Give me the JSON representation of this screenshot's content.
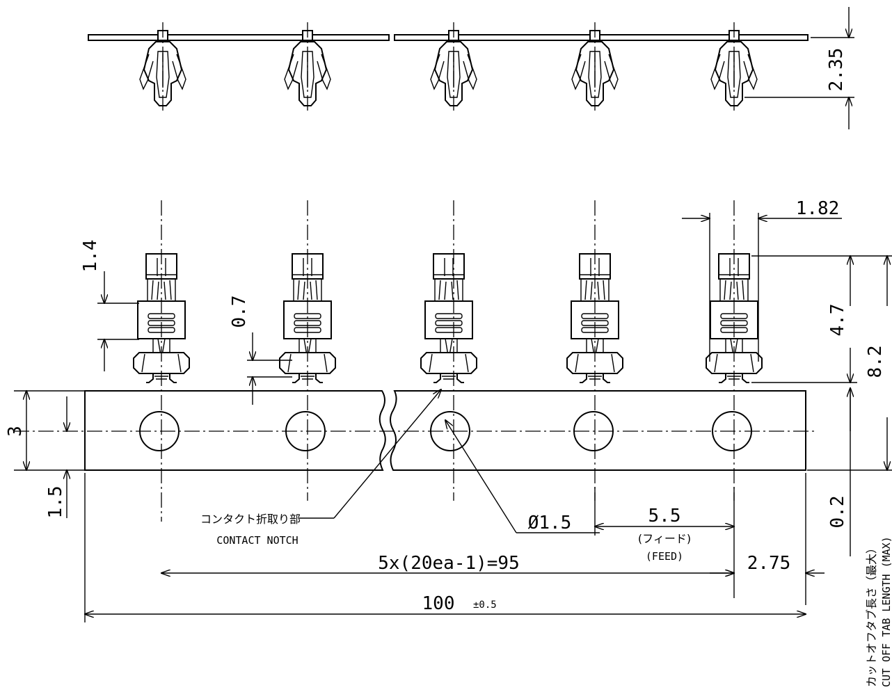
{
  "dimensions": {
    "height_top": "2.35",
    "width_crimp": "1.82",
    "contact_len": "4.7",
    "total_len": "8.2",
    "barrel": "1.4",
    "notch_gap": "0.7",
    "carrier_w": "3",
    "hole_pos": "1.5",
    "hole_dia": "Ø1.5",
    "pitch": "5.5",
    "feed_jp": "(フィード)",
    "feed_en": "(FEED)",
    "strip_len": "5x(20ea-1)=95",
    "end_len": "2.75",
    "overall": "100",
    "overall_tol": "±0.5",
    "cut_tab": "0.2"
  },
  "labels": {
    "notch_jp": "コンタクト折取り部",
    "notch_en": "CONTACT NOTCH",
    "cut_tab_jp": "カットオフタブ長さ（最大）",
    "cut_tab_en": "CUT OFF TAB LENGTH (MAX)"
  },
  "colors": {
    "line": "#000000",
    "background": "#ffffff"
  }
}
